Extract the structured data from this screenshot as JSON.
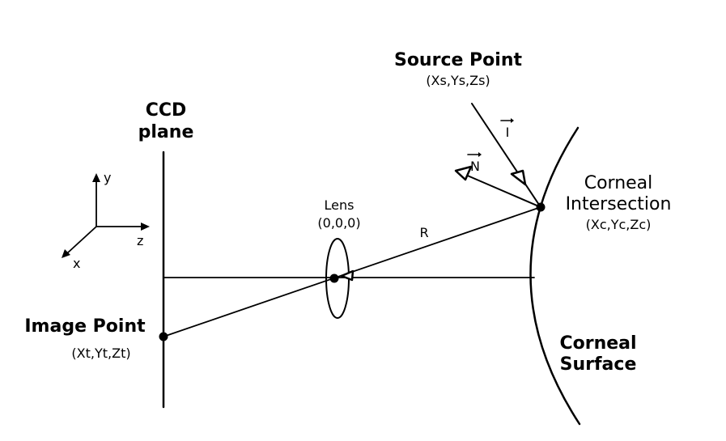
{
  "labels": {
    "source_point_title": "Source Point",
    "source_point_coords": "(Xs,Ys,Zs)",
    "ccd_line1": "CCD",
    "ccd_line2": "plane",
    "axis_y": "y",
    "axis_z": "z",
    "axis_x": "x",
    "lens_title": "Lens",
    "lens_coords": "(0,0,0)",
    "ray_label": "R",
    "vec_I": "I",
    "vec_N": "N",
    "corneal_intersection_line1": "Corneal",
    "corneal_intersection_line2": "Intersection",
    "corneal_intersection_coords": "(Xc,Yc,Zc)",
    "image_point_title": "Image Point",
    "image_point_coords": "(Xt,Yt,Zt)",
    "corneal_surface_line1": "Corneal",
    "corneal_surface_line2": "Surface"
  },
  "colors": {
    "stroke": "#000000",
    "background": "#ffffff"
  }
}
